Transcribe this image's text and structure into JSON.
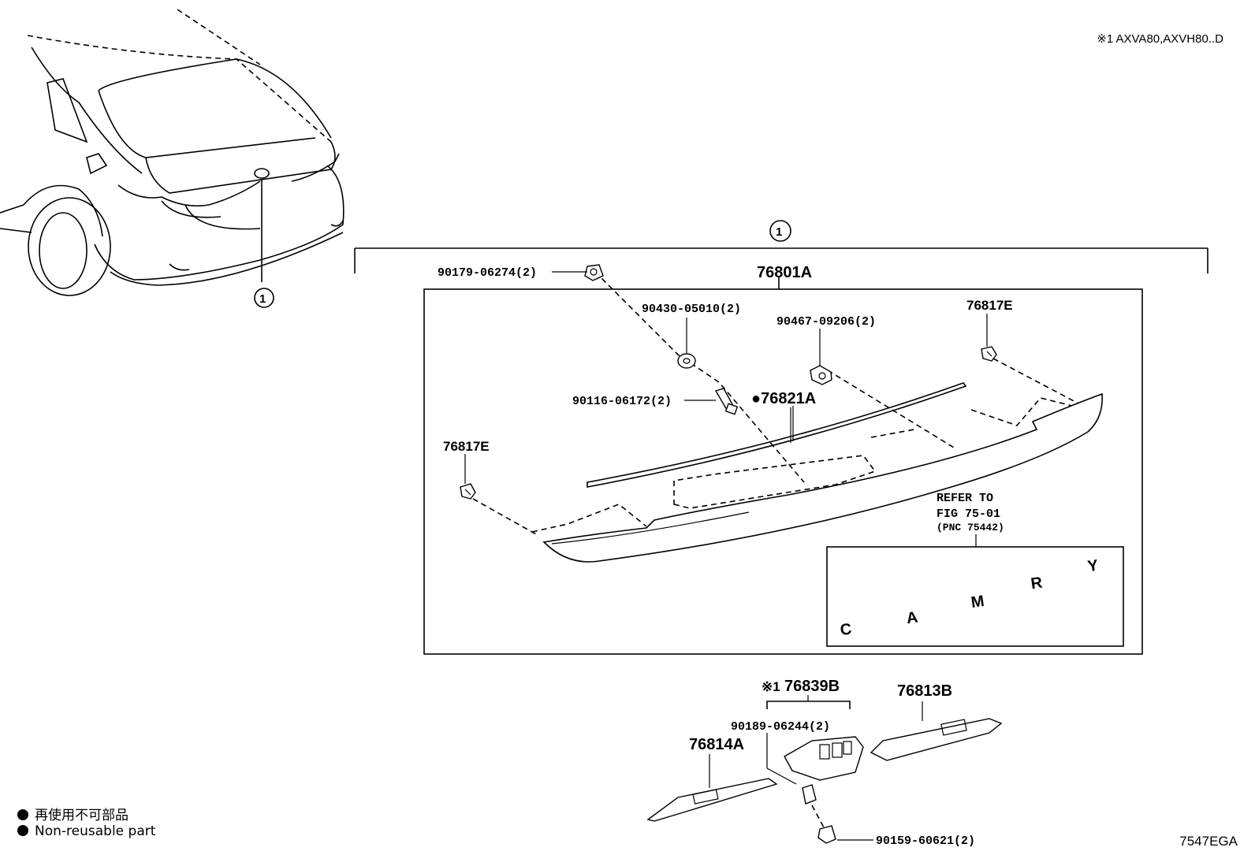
{
  "note_variant": "※1 AXVA80,AXVH80..D",
  "figure_code": "7547EGA",
  "callout_1": "1",
  "legend": {
    "jp": "再使用不可部品",
    "en": "Non-reusable part"
  },
  "parts": {
    "assy": "76801A",
    "mold": "●76821A",
    "clip_top_right": "76817E",
    "clip_left": "76817E",
    "nut_top": "90179-06274(2)",
    "washer": "90430-05010(2)",
    "clip_center": "90467-09206(2)",
    "bolt": "90116-06172(2)",
    "lamp_cover": "76839B",
    "lamp_cover_prefix": "※1",
    "lamp_right": "76813B",
    "lamp_left": "76814A",
    "screw_lamp": "90189-06244(2)",
    "screw_bottom": "90159-60621(2)"
  },
  "refer": {
    "line1": "REFER TO",
    "line2": "FIG 75-01",
    "line3": "(PNC 75442)"
  },
  "emblem_letters": [
    "C",
    "A",
    "M",
    "R",
    "Y"
  ]
}
